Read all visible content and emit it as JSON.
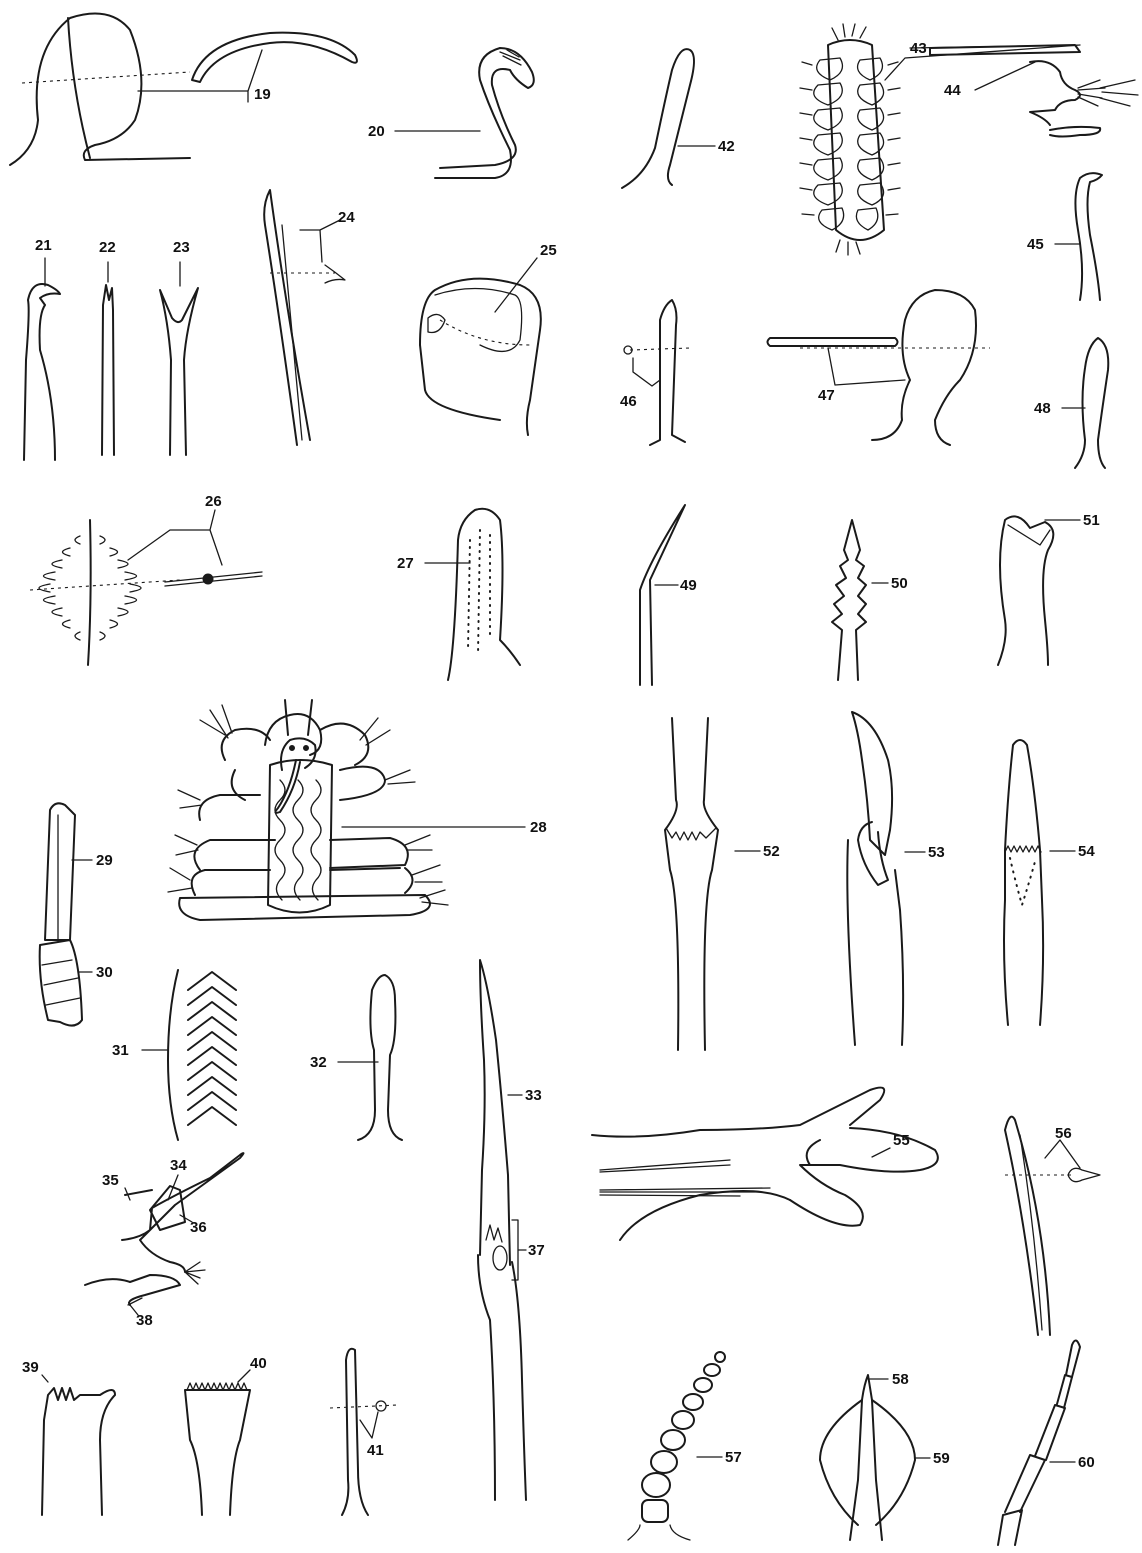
{
  "figures": {
    "f19": "19",
    "f20": "20",
    "f21": "21",
    "f22": "22",
    "f23": "23",
    "f24": "24",
    "f25": "25",
    "f26": "26",
    "f27": "27",
    "f28": "28",
    "f29": "29",
    "f30": "30",
    "f31": "31",
    "f32": "32",
    "f33": "33",
    "f34": "34",
    "f35": "35",
    "f36": "36",
    "f37": "37",
    "f38": "38",
    "f39": "39",
    "f40": "40",
    "f41": "41",
    "f42": "42",
    "f43": "43",
    "f44": "44",
    "f45": "45",
    "f46": "46",
    "f47": "47",
    "f48": "48",
    "f49": "49",
    "f50": "50",
    "f51": "51",
    "f52": "52",
    "f53": "53",
    "f54": "54",
    "f55": "55",
    "f56": "56",
    "f57": "57",
    "f58": "58",
    "f59": "59",
    "f60": "60"
  },
  "colors": {
    "ink": "#1a1a1a",
    "paper": "#ffffff"
  }
}
